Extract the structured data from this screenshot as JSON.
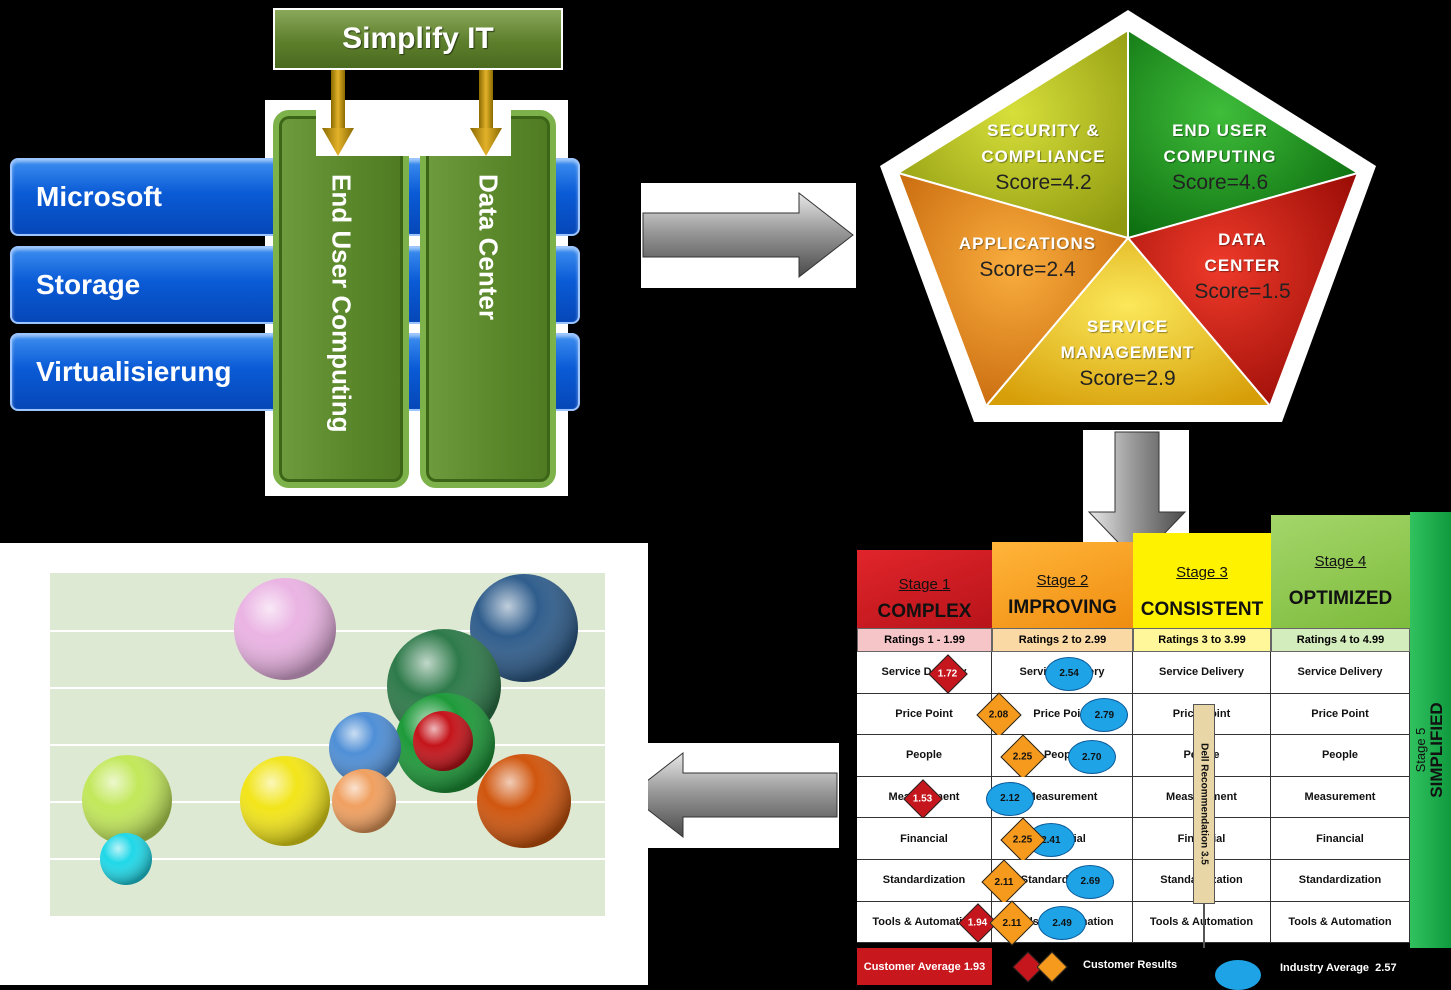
{
  "simplify": {
    "title": "Simplify IT",
    "bars": [
      "Microsoft",
      "Storage",
      "Virtualisierung"
    ],
    "columns": [
      "End User Computing",
      "Data Center"
    ]
  },
  "pentagon": {
    "segments": [
      {
        "name": "SECURITY & COMPLIANCE",
        "score": "Score=4.2",
        "color": "#b7c11e"
      },
      {
        "name": "END USER COMPUTING",
        "score": "Score=4.6",
        "color": "#1f9a21"
      },
      {
        "name": "DATA CENTER",
        "score": "Score=1.5",
        "color": "#d11b14"
      },
      {
        "name": "SERVICE MANAGEMENT",
        "score": "Score=2.9",
        "color": "#f3cc1c"
      },
      {
        "name": "APPLICATIONS",
        "score": "Score=2.4",
        "color": "#ee8c12"
      }
    ]
  },
  "matrix": {
    "stages": [
      {
        "num": "Stage 1",
        "name": "COMPLEX",
        "rating": "Ratings 1 - 1.99",
        "color": "#c8171d"
      },
      {
        "num": "Stage 2",
        "name": "IMPROVING",
        "rating": "Ratings 2 to 2.99",
        "color": "#f6a01a"
      },
      {
        "num": "Stage 3",
        "name": "CONSISTENT",
        "rating": "Ratings 3 to 3.99",
        "color": "#fff200"
      },
      {
        "num": "Stage 4",
        "name": "OPTIMIZED",
        "rating": "Ratings 4 to 4.99",
        "color": "#8dcb4e"
      }
    ],
    "stage5": {
      "num": "Stage 5",
      "name": "SIMPLIFIED",
      "color": "#1bad4b"
    },
    "rows": [
      "Service Delivery",
      "Price Point",
      "People",
      "Measurement",
      "Financial",
      "Standardization",
      "Tools & Automation"
    ],
    "customer_scores": [
      "1.72",
      "2.08",
      "2.25",
      "1.53",
      "2.25",
      "2.11",
      "1.94"
    ],
    "customer_scores_2": [
      "",
      "",
      "",
      "",
      "",
      "",
      "2.11"
    ],
    "industry_scores": [
      "2.54",
      "2.79",
      "2.70",
      "2.12",
      "2.41",
      "2.69",
      "2.49"
    ],
    "recommendation": "Dell Recommendation 3.5",
    "legend": {
      "customer_average": "Customer Average 1.93",
      "customer_results": "Customer Results",
      "industry_average": "Industry Average  2.57"
    }
  },
  "bubbles": [
    {
      "color": "#eab3e3",
      "name": "pink"
    },
    {
      "color": "#2f5d8c",
      "name": "navy"
    },
    {
      "color": "#2e7a4a",
      "name": "darkgreen"
    },
    {
      "color": "#4f8fd6",
      "name": "lightblue"
    },
    {
      "color": "#1e9a3a",
      "name": "green-ring"
    },
    {
      "color": "#c4141a",
      "name": "red"
    },
    {
      "color": "#c2e85a",
      "name": "lime"
    },
    {
      "color": "#f2e51a",
      "name": "yellow"
    },
    {
      "color": "#f0a060",
      "name": "peach"
    },
    {
      "color": "#d0560e",
      "name": "orange"
    },
    {
      "color": "#20d8e8",
      "name": "cyan"
    }
  ]
}
